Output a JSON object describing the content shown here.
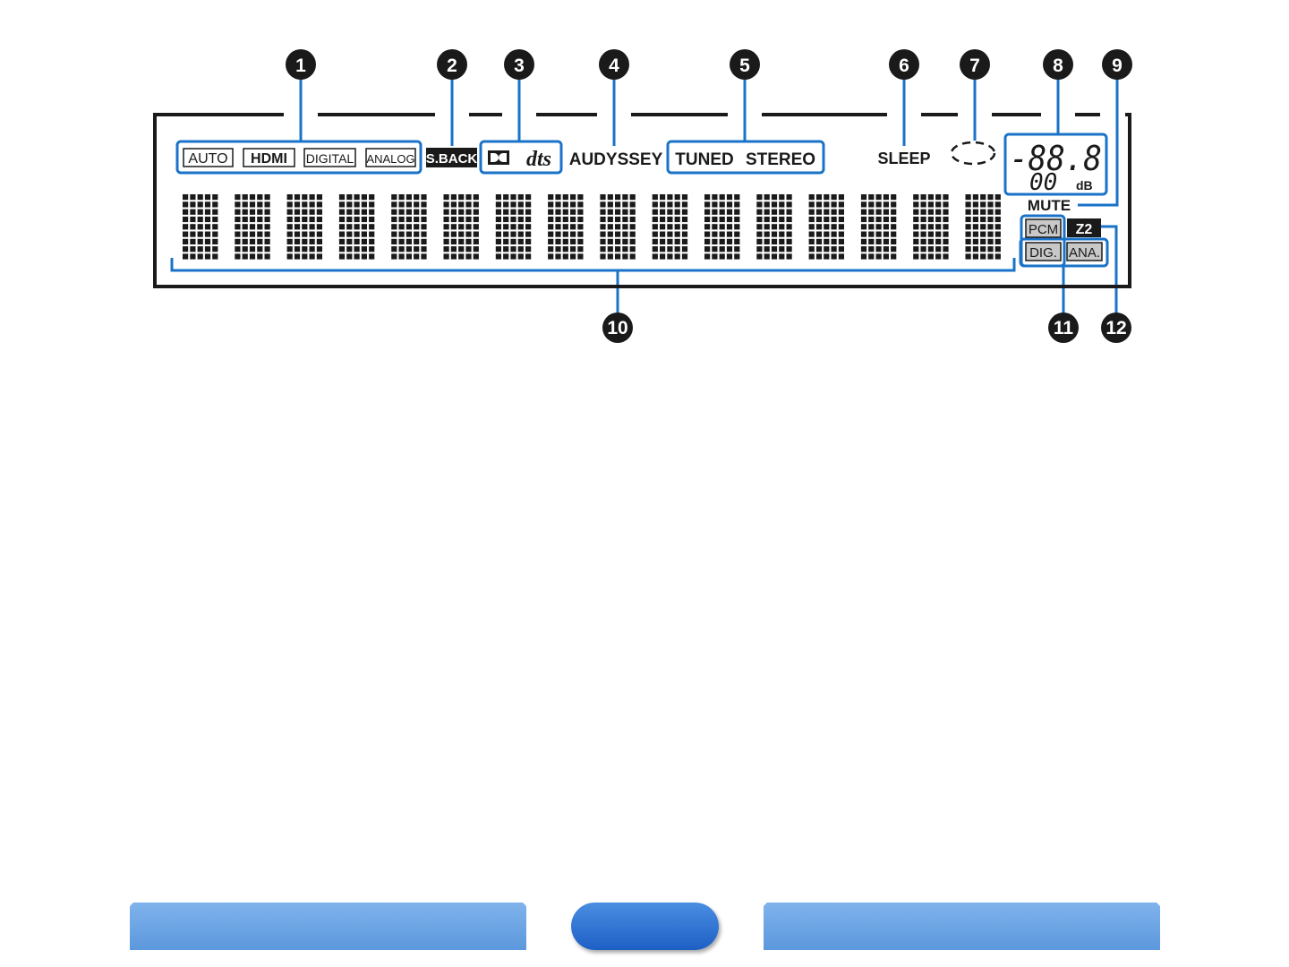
{
  "display": {
    "inputs": [
      "AUTO",
      "HDMI",
      "DIGITAL",
      "ANALOG"
    ],
    "sback": "S.BACK",
    "dts": "dts",
    "audyssey": "AUDYSSEY",
    "tuned": "TUNED",
    "stereo": "STEREO",
    "sleep": "SLEEP",
    "volume_top": "-88.8",
    "volume_bottom": "00",
    "db": "dB",
    "mute": "MUTE",
    "pcm": "PCM",
    "z2": "Z2",
    "dig": "DIG.",
    "ana": "ANA.",
    "char_count": 16
  },
  "callouts": [
    "1",
    "2",
    "3",
    "4",
    "5",
    "6",
    "7",
    "8",
    "9",
    "10",
    "11",
    "12"
  ],
  "colors": {
    "highlight": "#1a73c8",
    "callout": "#1a1a1a",
    "panel": "#1a1a1a",
    "nav_light": "#6aa6e6",
    "nav_dark": "#2a6fd0"
  }
}
